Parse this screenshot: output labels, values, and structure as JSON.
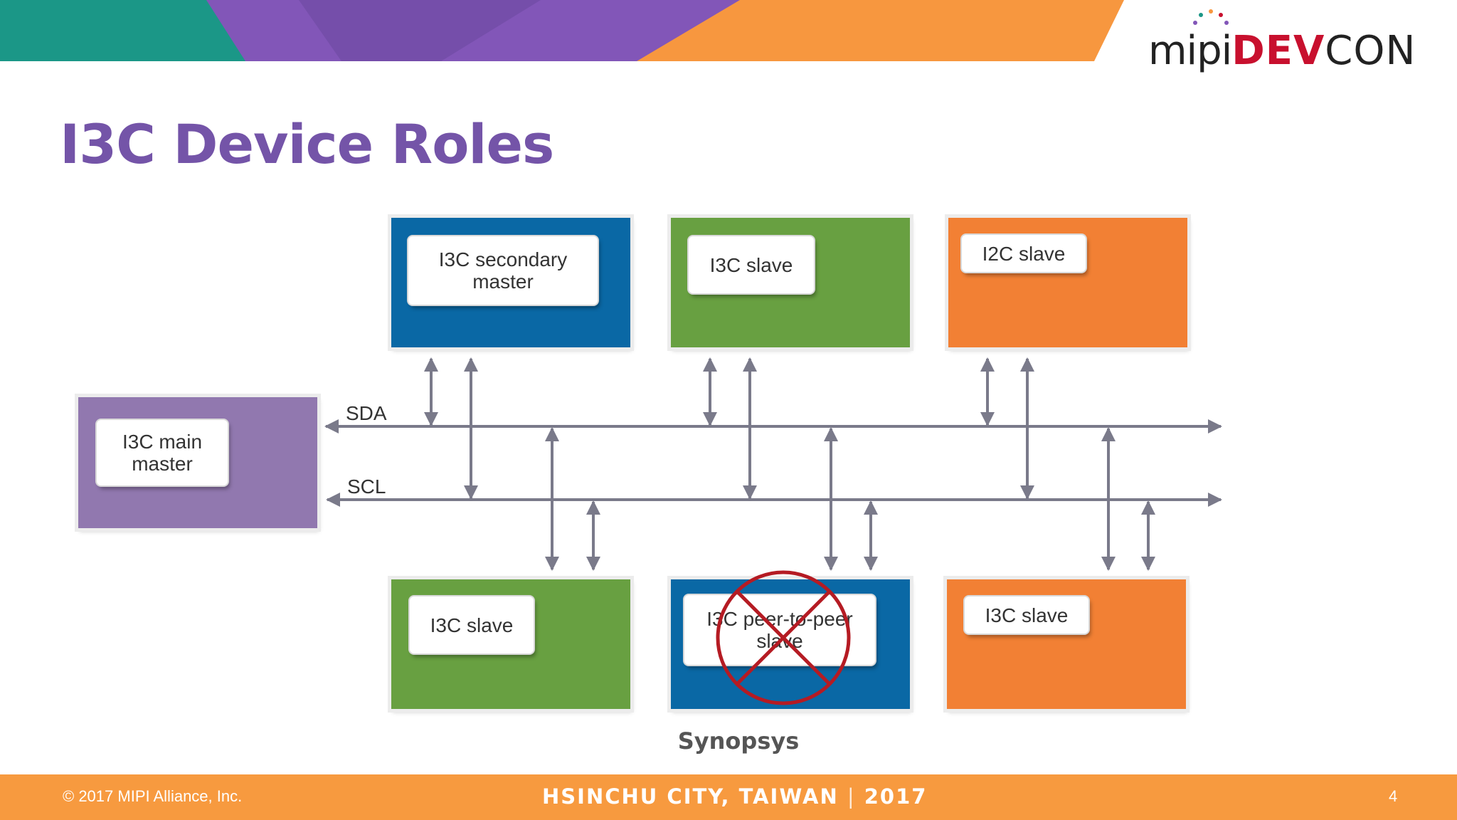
{
  "slide": {
    "title": "I3C Device Roles",
    "caption": "Synopsys"
  },
  "logo": {
    "mipi": "mipi",
    "dev": "DEV",
    "con": "CON"
  },
  "bus": {
    "sda_label": "SDA",
    "scl_label": "SCL"
  },
  "devices": {
    "main_master": "I3C main master",
    "secondary_master": "I3C secondary master",
    "top_slave": "I3C slave",
    "i2c_slave": "I2C slave",
    "bottom_slave_left": "I3C slave",
    "peer_to_peer_slave": "I3C peer-to-peer slave",
    "bottom_slave_right": "I3C slave"
  },
  "footer": {
    "copyright": "© 2017 MIPI Alliance, Inc.",
    "location_city": "HSINCHU CITY, TAIWAN",
    "separator": "|",
    "year": "2017",
    "page_number": "4"
  },
  "colors": {
    "title": "#7454a8",
    "blue": "#0a68a5",
    "green": "#68a041",
    "orange": "#f28034",
    "purple": "#9178af",
    "footer": "#f79a3f",
    "bus": "#7a7a8a",
    "strike": "#b51b23"
  },
  "icons": {
    "prohibited_mark": "circle-x-icon"
  }
}
